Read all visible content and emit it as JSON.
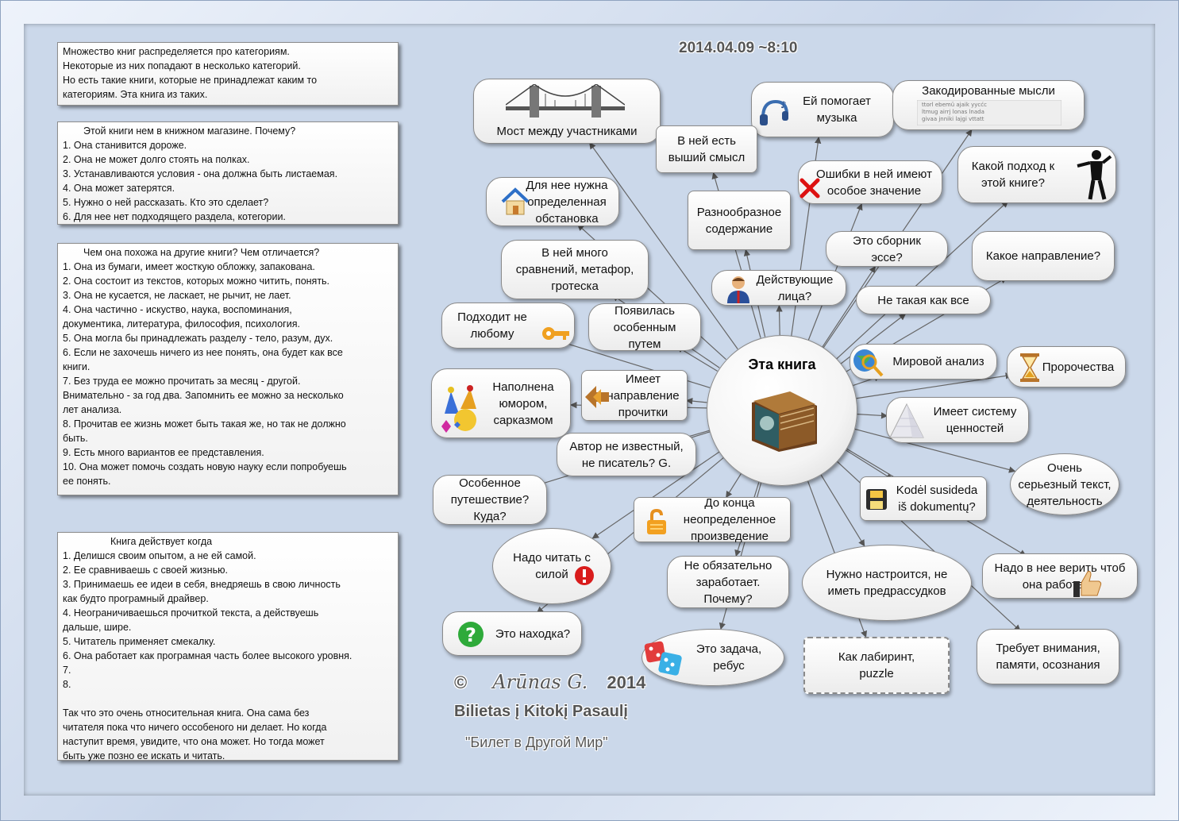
{
  "date": "2014.04.09  ~8:10",
  "center": "Эта книга",
  "notes": {
    "intro": [
      "Множество книг распределяется про категориям.",
      "Некоторые из них попадают в несколько категорий.",
      "Но есть такие книги, которые не принадлежат каким то",
      "категориям. Эта книга из таких."
    ],
    "shop_title": "Этой книги нем в книжном магазине. Почему?",
    "shop": [
      "1. Она станивится дороже.",
      "2. Она не может долго стоять на полках.",
      "3. Устанавливаются условия - она должна быть листаемая.",
      "4. Она может затерятся.",
      "5. Нужно о ней рассказать. Кто это сделает?",
      "6. Для нее нет подходящего раздела, котегории."
    ],
    "similar_title": "Чем она похожа на другие книги? Чем отличается?",
    "similar": [
      "1. Она из бумаги, имеет жосткую обложку, запакована.",
      "2. Она состоит из текстов, которых можно читить, понять.",
      "3. Она не кусается, не ласкает, не рычит, не лает.",
      "4. Она частично - искуство, наука, воспоминания,",
      "документика, литература, философия, психология.",
      "5. Она могла бы принадлежать разделу - тело, разум, дух.",
      "6. Если не захочешь ничего из нее понять, она будет как все",
      "книги.",
      "7. Без труда ее можно прочитать за месяц - другой.",
      "Внимательно - за год два. Запомнить ее можно за несколько",
      "лет анализа.",
      "8. Прочитав ее жизнь может быть такая же, но так не должно",
      "быть.",
      "9. Есть много вариантов ее представления.",
      "10. Она может помочь создать новую науку если попробуешь",
      "ее понять."
    ],
    "acts_title": "Книга действует когда",
    "acts": [
      "1. Делишся своим опытом, а  не ей самой.",
      "2. Ее сравниваешь с своей жизнью.",
      "3. Принимаешь ее идеи в себя, внедряешь в свою личность",
      "как будто програмный драйвер.",
      "4. Неограничиваешься прочиткой текста, а действуешь",
      "дальше, шире.",
      "5. Читатель применяет смекалку.",
      "6. Она работает как програмная часть более высокого уровня.",
      "7.",
      "8."
    ],
    "acts_tail": [
      "Так что это очень относительная книга. Она сама без",
      "читателя пока что ничего оссобеного ни делает. Но когда",
      "наступит время, увидите, что она может. Но тогда может",
      "быть уже позно ее искать и читать."
    ]
  },
  "nodes": [
    {
      "id": "bridge",
      "lines": [
        "Мост между участниками"
      ],
      "icon": "bridge-icon"
    },
    {
      "id": "music",
      "lines": [
        "Ей помогает",
        "музыка"
      ],
      "icon": "headphones-icon"
    },
    {
      "id": "coded",
      "lines": [
        "Закодированные мысли"
      ],
      "icon": "code-table-icon"
    },
    {
      "id": "meaning",
      "lines": [
        "В ней есть",
        "выший смысл"
      ]
    },
    {
      "id": "errors",
      "lines": [
        "Ошибки в ней имеют",
        "особое значение"
      ],
      "icon": "cross-icon"
    },
    {
      "id": "approach",
      "lines": [
        "Какой подход к",
        "этой книге?"
      ],
      "icon": "person-icon"
    },
    {
      "id": "setting",
      "lines": [
        "Для нее нужна",
        "определенная",
        "обстановка"
      ],
      "icon": "house-icon"
    },
    {
      "id": "diverse",
      "lines": [
        "Разнообразное",
        "содержание"
      ]
    },
    {
      "id": "essays",
      "lines": [
        "Это сборник",
        "эссе?"
      ]
    },
    {
      "id": "direction",
      "lines": [
        "Какое направление?"
      ]
    },
    {
      "id": "metaphor",
      "lines": [
        "В ней много",
        "сравнений, метафор,",
        "гротеска"
      ]
    },
    {
      "id": "persons",
      "lines": [
        "Действующие",
        "лица?"
      ],
      "icon": "man-icon"
    },
    {
      "id": "notlike",
      "lines": [
        "Не такая как все"
      ]
    },
    {
      "id": "notany",
      "lines": [
        "Подходит не",
        "любому"
      ],
      "icon": "key-icon"
    },
    {
      "id": "special",
      "lines": [
        "Появилась",
        "особенным",
        "путем"
      ]
    },
    {
      "id": "world",
      "lines": [
        "Мировой анализ"
      ],
      "icon": "globe-icon"
    },
    {
      "id": "prophecy",
      "lines": [
        "Пророчества"
      ],
      "icon": "hourglass-icon"
    },
    {
      "id": "humor",
      "lines": [
        "Наполнена",
        "юмором,",
        "сарказмом"
      ],
      "icon": "jester-icon"
    },
    {
      "id": "hasdir",
      "lines": [
        "Имеет",
        "направление",
        "прочитки"
      ],
      "icon": "arrow-icon"
    },
    {
      "id": "values",
      "lines": [
        "Имеет систему",
        "ценностей"
      ],
      "icon": "pyramid-icon"
    },
    {
      "id": "author",
      "lines": [
        "Автор не известный,",
        "не писатель? G."
      ]
    },
    {
      "id": "serious",
      "lines": [
        "Очень",
        "серьезный текст,",
        "деятельность"
      ]
    },
    {
      "id": "journey",
      "lines": [
        "Особенное",
        "путешествие?",
        "Куда?"
      ]
    },
    {
      "id": "koded",
      "lines": [
        "Kodėl susideda",
        "iš dokumentų?"
      ],
      "icon": "floppy-icon"
    },
    {
      "id": "unfinished",
      "lines": [
        "До конца",
        "неопределенное",
        "произведение"
      ],
      "icon": "lock-icon"
    },
    {
      "id": "force",
      "lines": [
        "Надо читать с",
        "силой"
      ],
      "icon": "alert-icon"
    },
    {
      "id": "works",
      "lines": [
        "Не обязательно",
        "заработает.",
        "Почему?"
      ]
    },
    {
      "id": "tune",
      "lines": [
        "Нужно настроится, не",
        "иметь предрассудков"
      ]
    },
    {
      "id": "believe",
      "lines": [
        "Надо в нее верить чтоб",
        "она работала"
      ],
      "icon": "thumb-icon"
    },
    {
      "id": "find",
      "lines": [
        "Это находка?"
      ],
      "icon": "question-icon"
    },
    {
      "id": "task",
      "lines": [
        "Это задача,",
        "ребус"
      ],
      "icon": "dice-icon"
    },
    {
      "id": "maze",
      "lines": [
        "Как лабиринт,",
        "puzzle"
      ]
    },
    {
      "id": "attention",
      "lines": [
        "Требует внимания,",
        "памяти, осознания"
      ]
    }
  ],
  "credit": {
    "copyright": "©",
    "signature": "Arūnas G.",
    "year": "2014",
    "line2": "Bilietas į Kitokį Pasaulį",
    "line3": "\"Билет в Другой Мир\""
  }
}
